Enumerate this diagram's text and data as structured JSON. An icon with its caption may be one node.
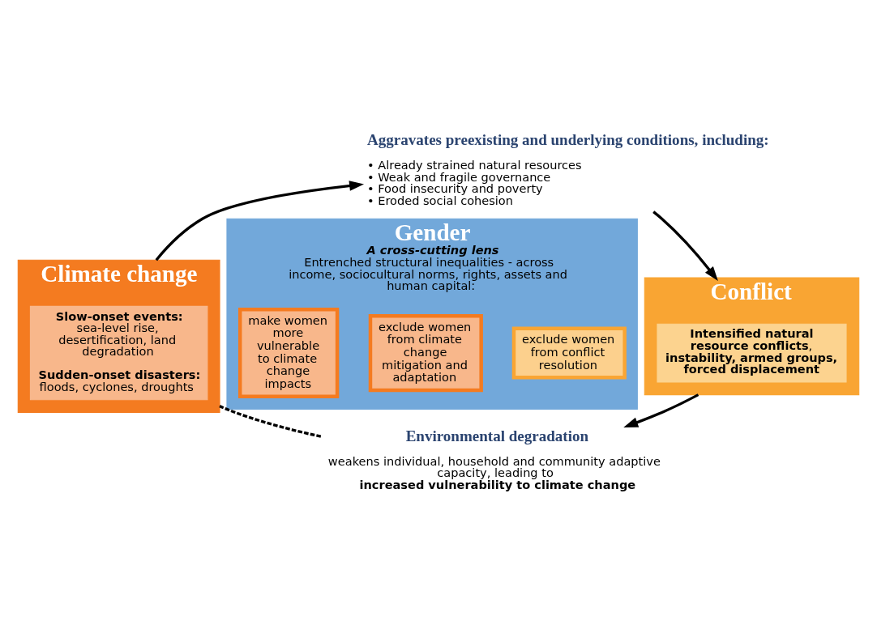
{
  "diagram": {
    "nodes": [
      {
        "text": [
          "Climate change"
        ]
      },
      {
        "text": [
          "Slow-onset events:",
          "sea-level rise, desertification, land degradation",
          "Sudden-onset disasters:",
          "floods, cyclones, droughts"
        ],
        "in": 0
      },
      {
        "text": [
          "Aggravates preexisting and underlying conditions, including:",
          "• Already strained natural resources",
          "• Weak and fragile governance",
          "• Food insecurity and poverty",
          "• Eroded social cohesion"
        ]
      },
      {
        "text": [
          "Gender",
          "A cross-cutting lens",
          "Entrenched structural inequalities - across income, sociocultural norms, rights, assets and human capital:"
        ]
      },
      {
        "text": [
          "make women more vulnerable to climate change impacts"
        ],
        "in": 3
      },
      {
        "text": [
          "exclude women from climate change mitigation and adaptation"
        ],
        "in": 3
      },
      {
        "text": [
          "exclude women from conflict resolution"
        ],
        "in": 3
      },
      {
        "text": [
          "Conflict"
        ]
      },
      {
        "text": [
          "**Intensified natural resource conflicts**, instability, armed groups, forced displacement"
        ],
        "in": 7
      },
      {
        "text": [
          "Environmental degradation",
          "weakens individual, household and community adaptive capacity, leading to",
          "increased vulnerability to climate change"
        ]
      }
    ],
    "edges": [
      {
        "from": 0,
        "to": 2,
        "arrow": "to"
      },
      {
        "from": 2,
        "to": 7,
        "arrow": "to"
      },
      {
        "from": 7,
        "to": 9,
        "arrow": "to"
      },
      {
        "from": 9,
        "to": 0,
        "arrow": "none",
        "style": "dashed"
      }
    ]
  }
}
